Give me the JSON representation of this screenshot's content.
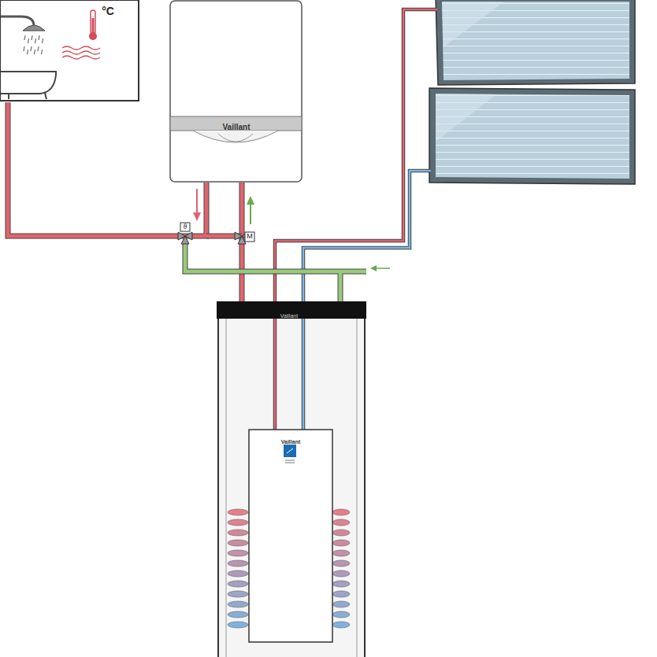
{
  "diagram": {
    "nodes": [
      {
        "text": [
          "°C"
        ]
      },
      {
        "text": [
          "Vaillant"
        ]
      },
      {
        "text": [
          "Vaillant"
        ]
      },
      {
        "text": [
          "Vaillant"
        ],
        "in": 2
      }
    ],
    "edges": [
      {
        "from": 1,
        "to": 0,
        "arrow": "none"
      },
      {
        "from": 2,
        "to": 1,
        "arrow": "none"
      }
    ],
    "labels": [
      "ϑ",
      "M"
    ]
  }
}
